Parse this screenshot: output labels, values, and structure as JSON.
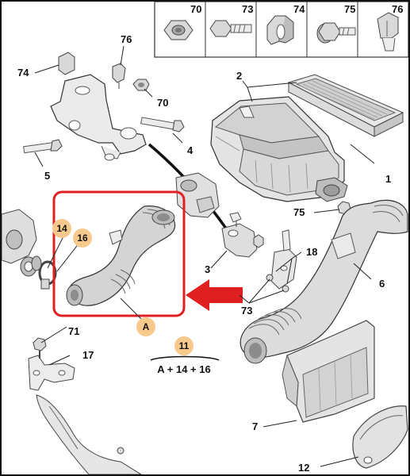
{
  "accent_colors": {
    "highlight_frame": "#e02020",
    "arrow": "#e02020",
    "badge_fill": "#f7c98c"
  },
  "fastener_strip": [
    {
      "number": "70",
      "icon": "hex-nut-icon"
    },
    {
      "number": "73",
      "icon": "hex-bolt-icon"
    },
    {
      "number": "74",
      "icon": "push-clip-icon"
    },
    {
      "number": "75",
      "icon": "flange-bolt-icon"
    },
    {
      "number": "76",
      "icon": "rivet-clip-icon"
    }
  ],
  "callouts": {
    "c1": "1",
    "c2": "2",
    "c3": "3",
    "c4": "4",
    "c5": "5",
    "c6": "6",
    "c7": "7",
    "c12": "12",
    "c17": "17",
    "c18": "18",
    "c70": "70",
    "c71": "71",
    "c73": "73",
    "c74": "74",
    "c75": "75",
    "c76": "76"
  },
  "badges": {
    "b14": "14",
    "b16": "16",
    "bA": "A",
    "b11": "11"
  },
  "kit_formula": "A + 14 + 16"
}
